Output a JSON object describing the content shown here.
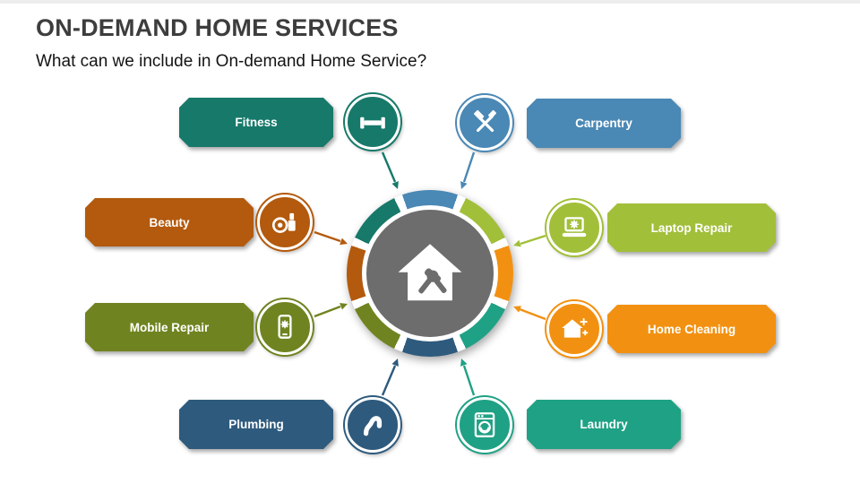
{
  "slide": {
    "title": "ON-DEMAND HOME SERVICES",
    "subtitle": "What can we include in On-demand Home Service?"
  },
  "hub": {
    "icon": "house-with-tools",
    "center_color": "#6d6d6d",
    "ring_colors": [
      "#4a88b5",
      "#a2bf3a",
      "#f29111",
      "#1fa185",
      "#2e5a7d",
      "#6f8420",
      "#b35a0e",
      "#17796a"
    ]
  },
  "services": [
    {
      "label": "Fitness",
      "color": "#17796a",
      "icon": "dumbbell-icon"
    },
    {
      "label": "Carpentry",
      "color": "#4a88b5",
      "icon": "hammer-tools-icon"
    },
    {
      "label": "Beauty",
      "color": "#b35a0e",
      "icon": "cosmetics-icon"
    },
    {
      "label": "Laptop Repair",
      "color": "#a2bf3a",
      "icon": "laptop-gear-icon"
    },
    {
      "label": "Mobile Repair",
      "color": "#6f8420",
      "icon": "phone-gear-icon"
    },
    {
      "label": "Home Cleaning",
      "color": "#f29111",
      "icon": "house-sparkle-icon"
    },
    {
      "label": "Plumbing",
      "color": "#2e5a7d",
      "icon": "pipe-icon"
    },
    {
      "label": "Laundry",
      "color": "#1fa185",
      "icon": "washing-machine-icon"
    }
  ]
}
